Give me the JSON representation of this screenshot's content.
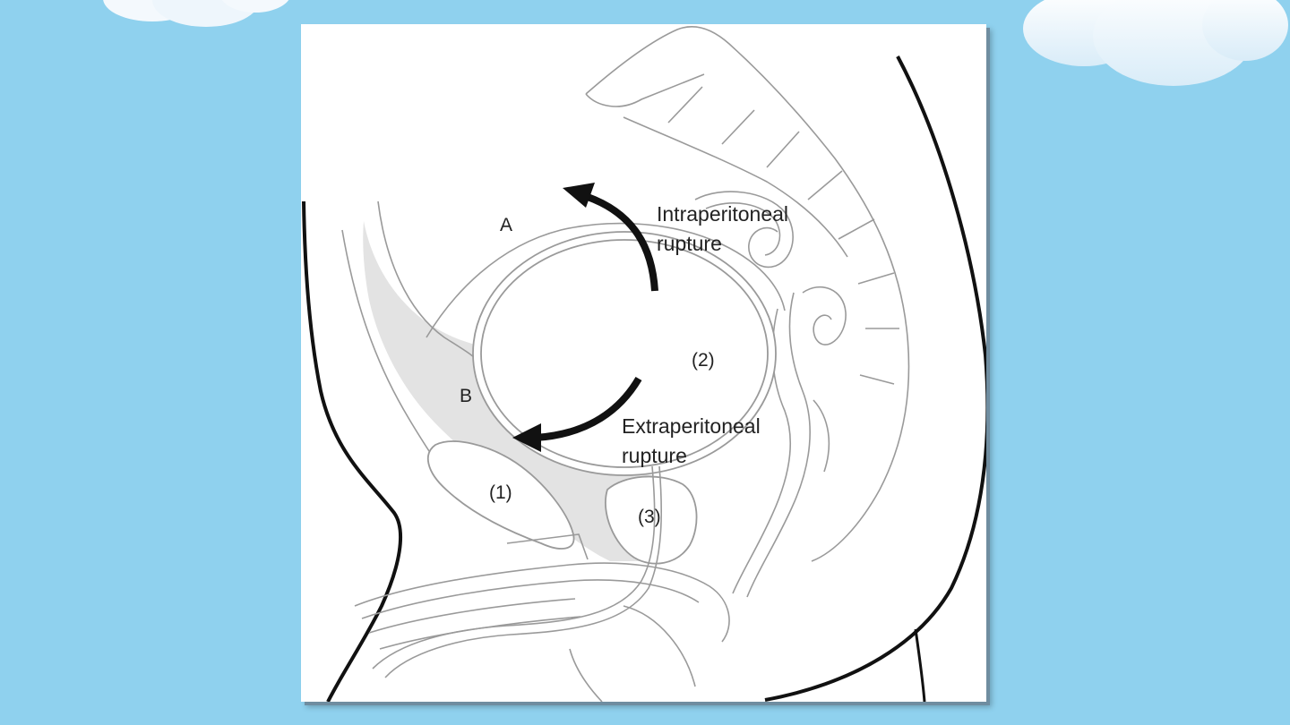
{
  "background": {
    "color": "#8fd1ee"
  },
  "diagram": {
    "labels": {
      "region_a": "A",
      "region_b": "B",
      "intraperitoneal_line1": "Intraperitoneal",
      "intraperitoneal_line2": "rupture",
      "extraperitoneal_line1": "Extraperitoneal",
      "extraperitoneal_line2": "rupture",
      "marker_1": "(1)",
      "marker_2": "(2)",
      "marker_3": "(3)"
    },
    "colors": {
      "outline": "#9a9a9a",
      "body_contour": "#111111",
      "arrow": "#111111",
      "shaded_region": "#e3e3e3"
    }
  }
}
